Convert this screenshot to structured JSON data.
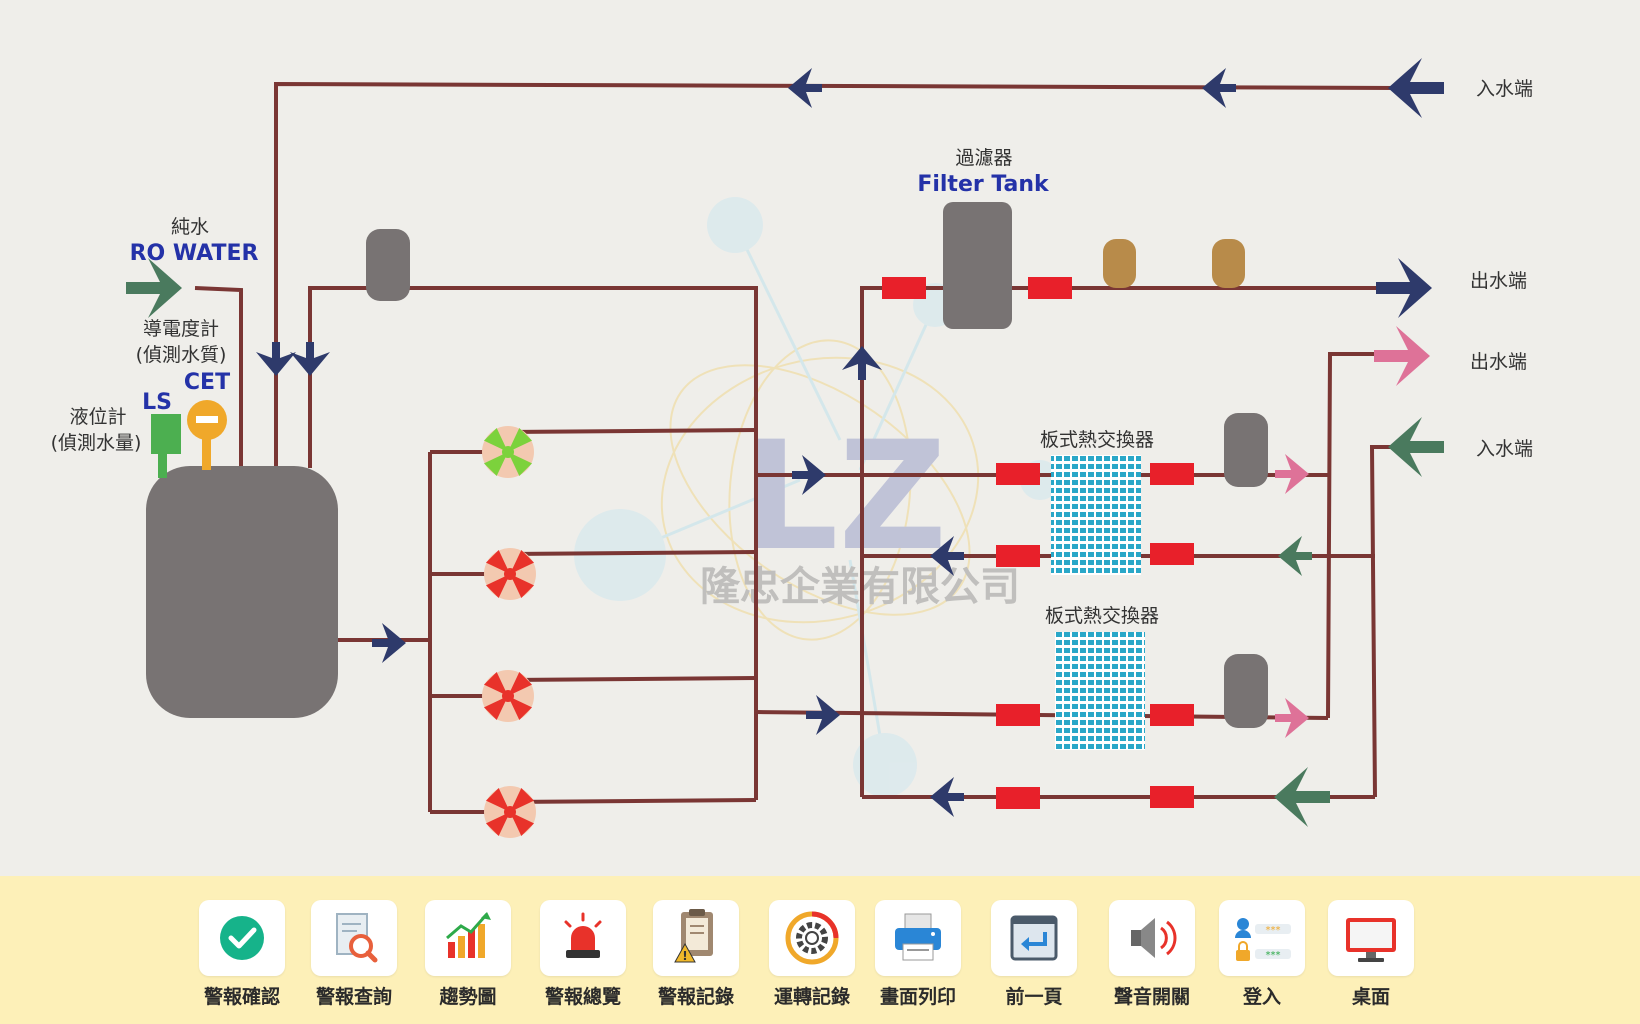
{
  "labels": {
    "inlet_top": "入水端",
    "outlet_1": "出水端",
    "outlet_2": "出水端",
    "inlet_right": "入水端",
    "filter_cn": "過濾器",
    "filter_en": "Filter Tank",
    "pure_water_cn": "純水",
    "pure_water_en": "RO WATER",
    "conductivity_cn": "導電度計",
    "conductivity_sub": "(偵測水質)",
    "cet": "CET",
    "ls": "LS",
    "level_cn": "液位計",
    "level_sub": "(偵測水量)",
    "hx_1": "板式熱交換器",
    "hx_2": "板式熱交換器",
    "watermark_logo": "LZ",
    "watermark_company": "隆忠企業有限公司"
  },
  "pumps": [
    {
      "status": "running",
      "color": "#7cd23c"
    },
    {
      "status": "stopped",
      "color": "#e8322a"
    },
    {
      "status": "stopped",
      "color": "#e8322a"
    },
    {
      "status": "stopped",
      "color": "#e8322a"
    }
  ],
  "colors": {
    "pipe": "#7a3634",
    "arrow_navy": "#2e3a6b",
    "arrow_green": "#4a7a5e",
    "arrow_pink": "#de7298",
    "valve_red": "#e8202a",
    "tank_gray": "#787373",
    "heat_exchanger": "#29a7c8",
    "toolbar_bg": "#fdf0b8"
  },
  "toolbar": [
    {
      "label": "警報確認",
      "icon": "check-circle-icon"
    },
    {
      "label": "警報查詢",
      "icon": "search-document-icon"
    },
    {
      "label": "趨勢圖",
      "icon": "trend-chart-icon"
    },
    {
      "label": "警報總覽",
      "icon": "alarm-siren-icon"
    },
    {
      "label": "警報記錄",
      "icon": "warning-clipboard-icon"
    },
    {
      "label": "運轉記錄",
      "icon": "gear-icon"
    },
    {
      "label": "畫面列印",
      "icon": "printer-icon"
    },
    {
      "label": "前一頁",
      "icon": "back-icon"
    },
    {
      "label": "聲音開關",
      "icon": "speaker-icon"
    },
    {
      "label": "登入",
      "icon": "login-icon"
    },
    {
      "label": "桌面",
      "icon": "desktop-icon"
    }
  ]
}
